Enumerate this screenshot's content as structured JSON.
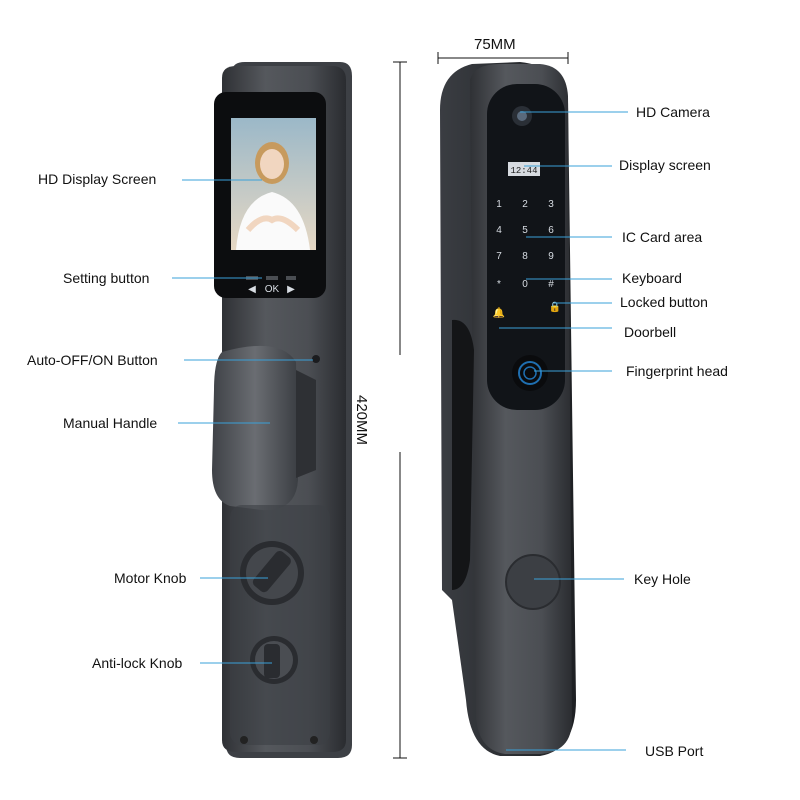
{
  "dimensions": {
    "width": "75MM",
    "height": "420MM"
  },
  "left_labels": [
    "HD Display Screen",
    "Setting button",
    "Auto-OFF/ON Button",
    "Manual Handle",
    "Motor Knob",
    "Anti-lock Knob"
  ],
  "right_labels": [
    "HD Camera",
    "Display screen",
    "IC Card area",
    "Keyboard",
    "Locked button",
    "Doorbell",
    "Fingerprint head",
    "Key Hole",
    "USB Port"
  ],
  "screen_time": "12:44",
  "keypad": [
    "1",
    "2",
    "3",
    "4",
    "5",
    "6",
    "7",
    "8",
    "9",
    "*",
    "0",
    "#"
  ],
  "colors": {
    "lock_body": "#4a4d52",
    "lock_dark": "#2c2e32",
    "leader": "#3aa0d8",
    "keypad_panel": "#111418"
  }
}
